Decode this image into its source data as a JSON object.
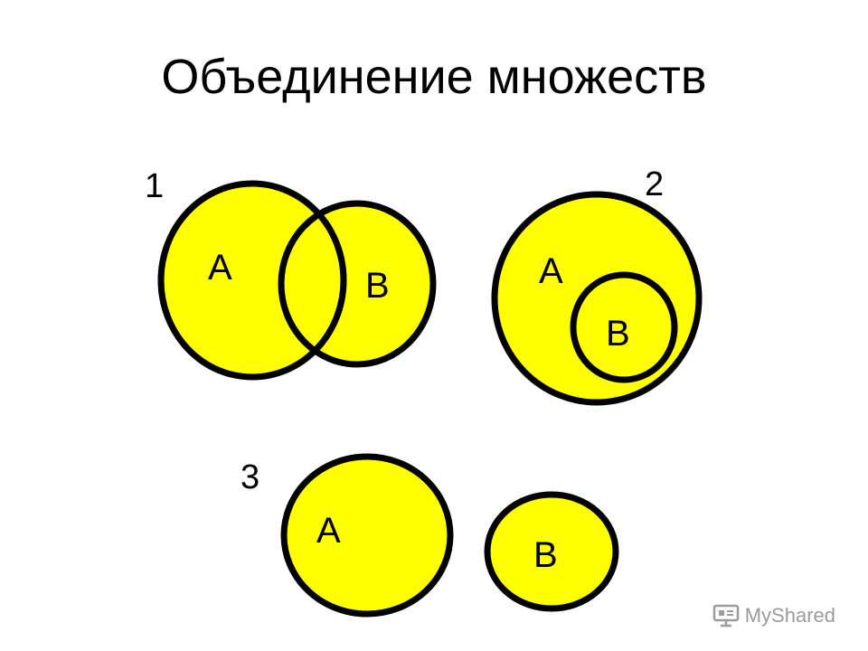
{
  "title": "Объединение множеств",
  "colors": {
    "fill": "#ffff00",
    "stroke": "#000000",
    "background": "#ffffff"
  },
  "cases": [
    {
      "number": "1",
      "relation": "overlapping",
      "sets": [
        {
          "label": "A"
        },
        {
          "label": "B"
        }
      ]
    },
    {
      "number": "2",
      "relation": "B subset of A",
      "sets": [
        {
          "label": "A"
        },
        {
          "label": "B"
        }
      ]
    },
    {
      "number": "3",
      "relation": "disjoint",
      "sets": [
        {
          "label": "A"
        },
        {
          "label": "B"
        }
      ]
    }
  ],
  "watermark": {
    "text": "MyShared",
    "icon": "presentation-board-icon"
  }
}
